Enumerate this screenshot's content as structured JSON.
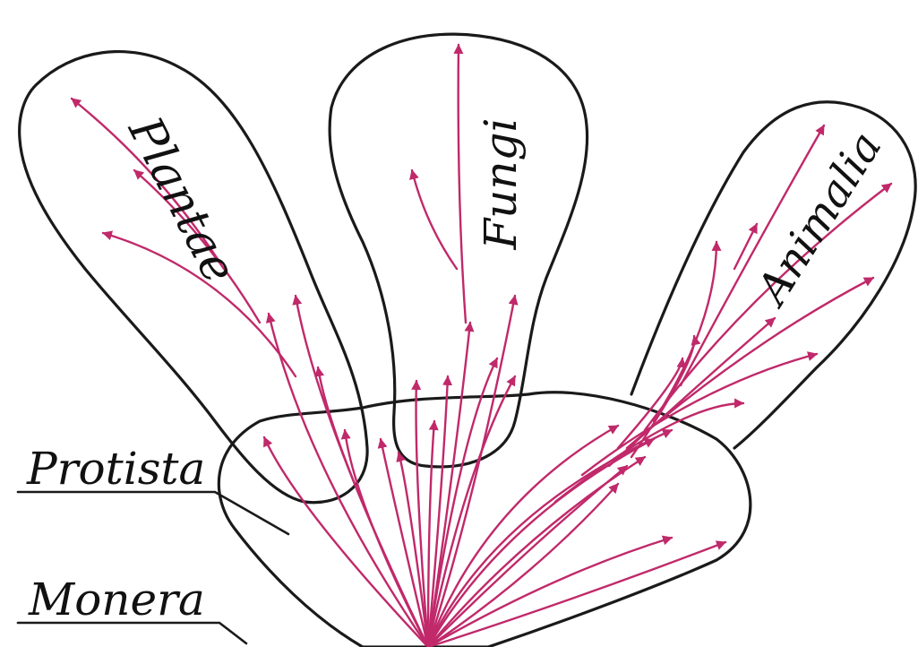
{
  "labels": {
    "plantae": "Plantae",
    "fungi": "Fungi",
    "animalia": "Animalia",
    "protista": "Protista",
    "monera": "Monera"
  },
  "colors": {
    "outline": "#1a1a1a",
    "branch": "#c0296a"
  }
}
